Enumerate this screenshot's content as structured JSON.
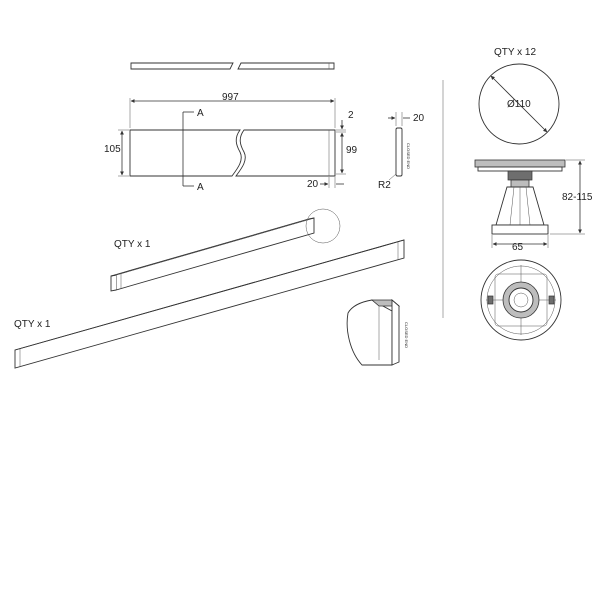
{
  "plinth_elevation": {
    "section_marker": "A",
    "length_label": "997",
    "height_label": "105",
    "top_offset_label": "2",
    "inner_height_label": "99",
    "end_offset_label": "20"
  },
  "end_cap_detail": {
    "thickness_label": "20",
    "radius_label": "R2",
    "closed_end_label": "CLOSED END"
  },
  "short_plinth": {
    "qty_label": "QTY x 1"
  },
  "long_plinth": {
    "qty_label": "QTY x 1"
  },
  "leg": {
    "qty_label": "QTY x 12",
    "diameter_label": "Ø110",
    "height_range_label": "82-115",
    "base_width_label": "65"
  },
  "closed_end_iso": {
    "closed_end_label": "CLOSED END"
  }
}
